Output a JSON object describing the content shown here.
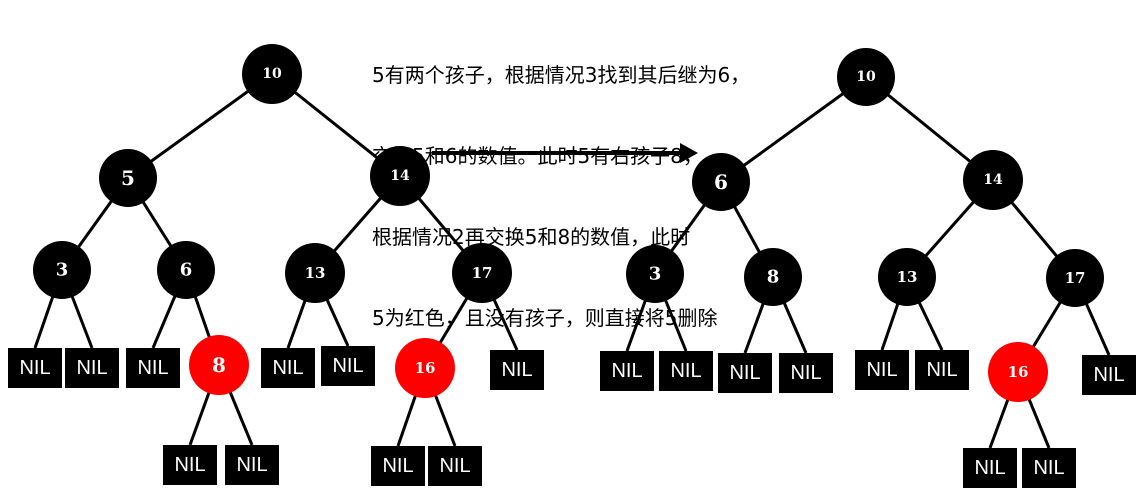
{
  "caption": {
    "lines": [
      "5有两个孩子，根据情况3找到其后继为6，",
      "交换5和6的数值。此时5有右孩子8，",
      "根据情况2再交换5和8的数值，此时",
      "5为红色，且没有孩子，则直接将5删除"
    ]
  },
  "colors": {
    "black_node": "#000000",
    "red_node": "#ff0000",
    "nil_box": "#000000"
  },
  "nil_label": "NIL",
  "trees": [
    {
      "id": "before",
      "nodes": [
        {
          "id": "n10",
          "label": "10",
          "color": "black"
        },
        {
          "id": "n5",
          "label": "5",
          "color": "black"
        },
        {
          "id": "n14",
          "label": "14",
          "color": "black"
        },
        {
          "id": "n3",
          "label": "3",
          "color": "black"
        },
        {
          "id": "n6",
          "label": "6",
          "color": "black"
        },
        {
          "id": "n13",
          "label": "13",
          "color": "black"
        },
        {
          "id": "n17",
          "label": "17",
          "color": "black"
        },
        {
          "id": "n8",
          "label": "8",
          "color": "red"
        },
        {
          "id": "n16",
          "label": "16",
          "color": "red"
        }
      ]
    },
    {
      "id": "after",
      "nodes": [
        {
          "id": "m10",
          "label": "10",
          "color": "black"
        },
        {
          "id": "m6",
          "label": "6",
          "color": "black"
        },
        {
          "id": "m14",
          "label": "14",
          "color": "black"
        },
        {
          "id": "m3",
          "label": "3",
          "color": "black"
        },
        {
          "id": "m8",
          "label": "8",
          "color": "black"
        },
        {
          "id": "m13",
          "label": "13",
          "color": "black"
        },
        {
          "id": "m17",
          "label": "17",
          "color": "black"
        },
        {
          "id": "m16",
          "label": "16",
          "color": "red"
        }
      ]
    }
  ]
}
